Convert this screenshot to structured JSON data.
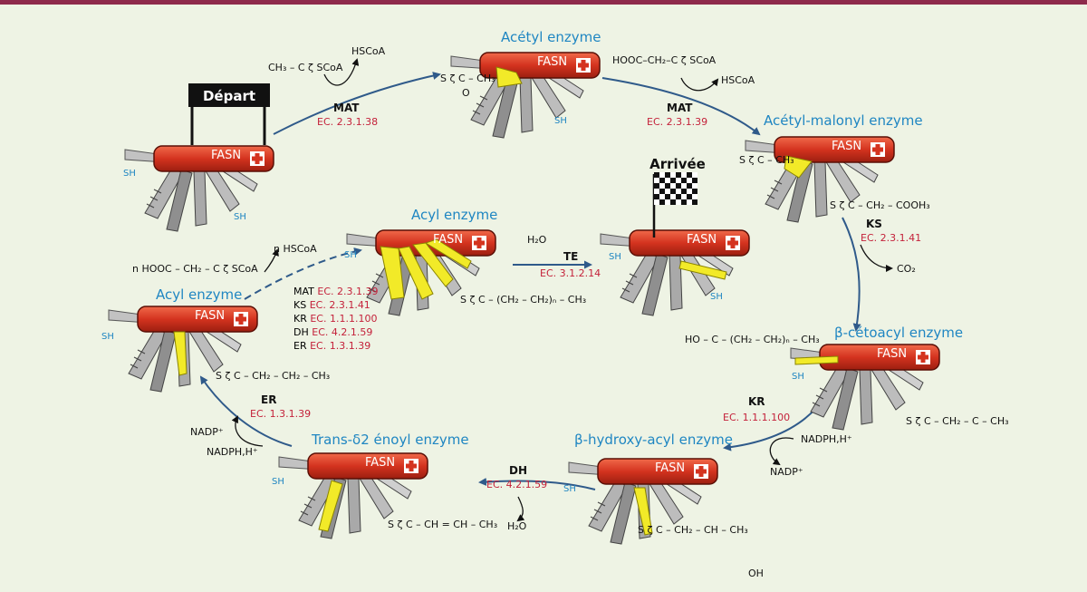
{
  "colors": {
    "blade": "#b7b7b7",
    "blade_dark": "#6e6e6e",
    "handle": "#d4331f",
    "acyl": "#f2ea28",
    "arrow": "#2f5a8a",
    "label": "#1f86c2",
    "ec": "#c4213a"
  },
  "knife_label": "FASN",
  "sh": "SH",
  "start": {
    "label": "Départ"
  },
  "finish": {
    "label": "Arrivée"
  },
  "stages": {
    "acetyl": "Acétyl enzyme",
    "acetyl_malonyl": "Acétyl-malonyl enzyme",
    "ketoacyl": "β-cétoacyl enzyme",
    "hydroxyacyl": "β-hydroxy-acyl enzyme",
    "enoyl": "Trans-δ2 énoyl enzyme",
    "acyl_left": "Acyl enzyme",
    "acyl_center": "Acyl enzyme"
  },
  "reactions": {
    "mat1": {
      "enzyme": "MAT",
      "ec": "EC. 2.3.1.38"
    },
    "mat2": {
      "enzyme": "MAT",
      "ec": "EC. 2.3.1.39"
    },
    "ks": {
      "enzyme": "KS",
      "ec": "EC. 2.3.1.41"
    },
    "kr": {
      "enzyme": "KR",
      "ec": "EC. 1.1.1.100"
    },
    "dh": {
      "enzyme": "DH",
      "ec": "EC. 4.2.1.59"
    },
    "er": {
      "enzyme": "ER",
      "ec": "EC. 1.3.1.39"
    },
    "te": {
      "enzyme": "TE",
      "ec": "EC. 3.1.2.14"
    }
  },
  "summary": [
    {
      "enzyme": "MAT",
      "ec": "EC. 2.3.1.39"
    },
    {
      "enzyme": "KS",
      "ec": "EC. 2.3.1.41"
    },
    {
      "enzyme": "KR",
      "ec": "EC. 1.1.1.100"
    },
    {
      "enzyme": "DH",
      "ec": "EC. 4.2.1.59"
    },
    {
      "enzyme": "ER",
      "ec": "EC. 1.3.1.39"
    }
  ],
  "chem": {
    "acetylcoa": "CH₃ – C ζ SCoA",
    "hscoa": "HSCoA",
    "malonylcoa": "HOOC–CH₂–C ζ SCoA",
    "acetyl_thio": "S ζ C – CH₃",
    "acetyl_thio2": "S ζ C – CH₃",
    "o": "O",
    "malonyl_thio": "S ζ C – CH₂ – COOH₃",
    "co2": "CO₂",
    "ketoacyl": "S ζ C – CH₂ – C – CH₃",
    "nadph": "NADPH,H⁺",
    "nadp": "NADP⁺",
    "hydroxyacyl": "S ζ C – CH₂ – CH – CH₃",
    "oh": "OH",
    "h2o": "H₂O",
    "enoyl": "S ζ C – CH = CH – CH₃",
    "butyryl": "S ζ C – CH₂ – CH₂ – CH₃",
    "malonyl_n": "n HOOC – CH₂ – C ζ SCoA",
    "n_hscoa": "n HSCoA",
    "acyl_chain": "S ζ C – (CH₂ – CH₂)ₙ – CH₃",
    "h2o_te": "H₂O",
    "fatty_acid": "HO – C – (CH₂ – CH₂)ₙ – CH₃"
  }
}
